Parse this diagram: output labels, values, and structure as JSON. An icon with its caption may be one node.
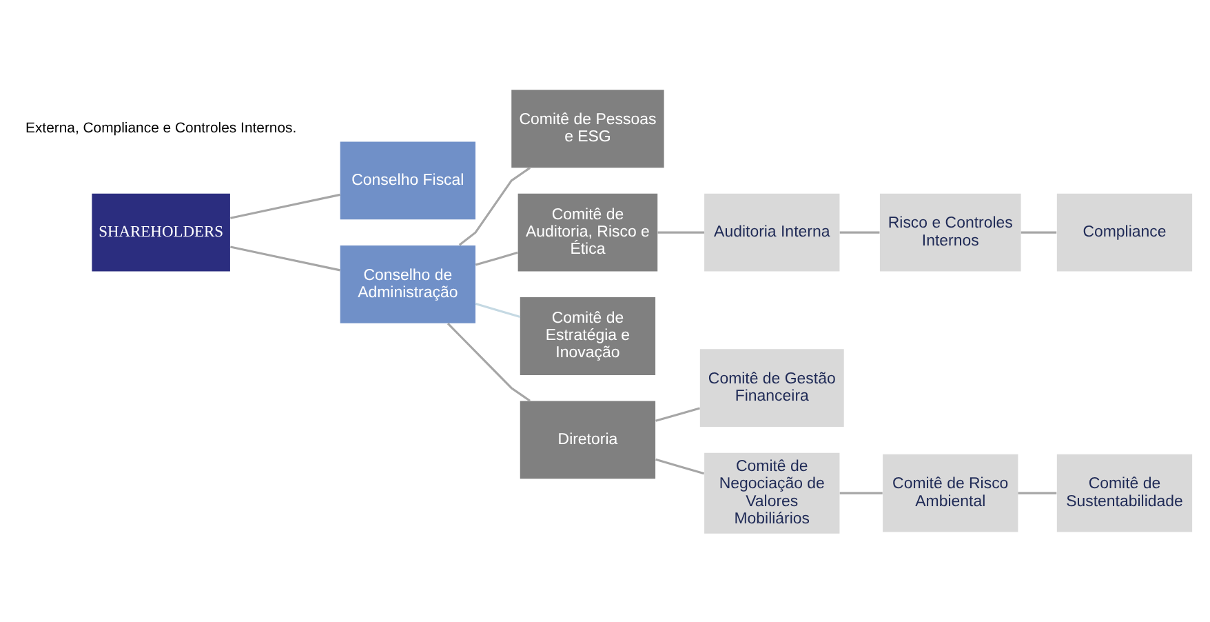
{
  "diagram": {
    "nodes": [
      {
        "text": [
          "Comitê de Pessoas e ESG"
        ]
      },
      {
        "text": [
          "Comitê de Auditoria, Risco e Ética"
        ]
      },
      {
        "text": [
          "Auditoria Interna"
        ]
      },
      {
        "text": [
          "Risco e Controles Internos"
        ]
      },
      {
        "text": [
          "Compliance"
        ]
      },
      {
        "text": [
          "Conselho Fiscal"
        ]
      },
      {
        "text": [
          "Comitê de Estratégia e Inovação"
        ]
      },
      {
        "text": [
          "Comitê de Gestão Financeira"
        ]
      },
      {
        "text": [
          "SHAREHOLDERS"
        ]
      },
      {
        "text": [
          "Conselho de Administração"
        ]
      },
      {
        "text": [
          "Diretoria"
        ]
      },
      {
        "text": [
          "Comitê de Negociação de Valores Mobiliários"
        ]
      },
      {
        "text": [
          "Comitê de Risco Ambiental"
        ]
      },
      {
        "text": [
          "Comitê de Sustentabilidade"
        ]
      }
    ],
    "edges": [
      {
        "from": 8,
        "to": 9,
        "arrow": "none"
      },
      {
        "from": 8,
        "to": 5,
        "arrow": "none"
      },
      {
        "from": 9,
        "to": 0,
        "arrow": "none"
      },
      {
        "from": 9,
        "to": 1,
        "arrow": "none"
      },
      {
        "from": 9,
        "to": 6,
        "arrow": "none",
        "color": "#c5d9e3"
      },
      {
        "from": 9,
        "to": 10,
        "arrow": "none"
      },
      {
        "from": 1,
        "to": 2,
        "arrow": "none"
      },
      {
        "from": 2,
        "to": 3,
        "arrow": "none"
      },
      {
        "from": 3,
        "to": 4,
        "arrow": "none"
      },
      {
        "from": 10,
        "to": 7,
        "arrow": "none"
      },
      {
        "from": 10,
        "to": 11,
        "arrow": "none"
      },
      {
        "from": 11,
        "to": 12,
        "arrow": "none"
      },
      {
        "from": 12,
        "to": 13,
        "arrow": "none"
      }
    ],
    "labels": [
      "Externa, Compliance e Controles Internos."
    ]
  }
}
